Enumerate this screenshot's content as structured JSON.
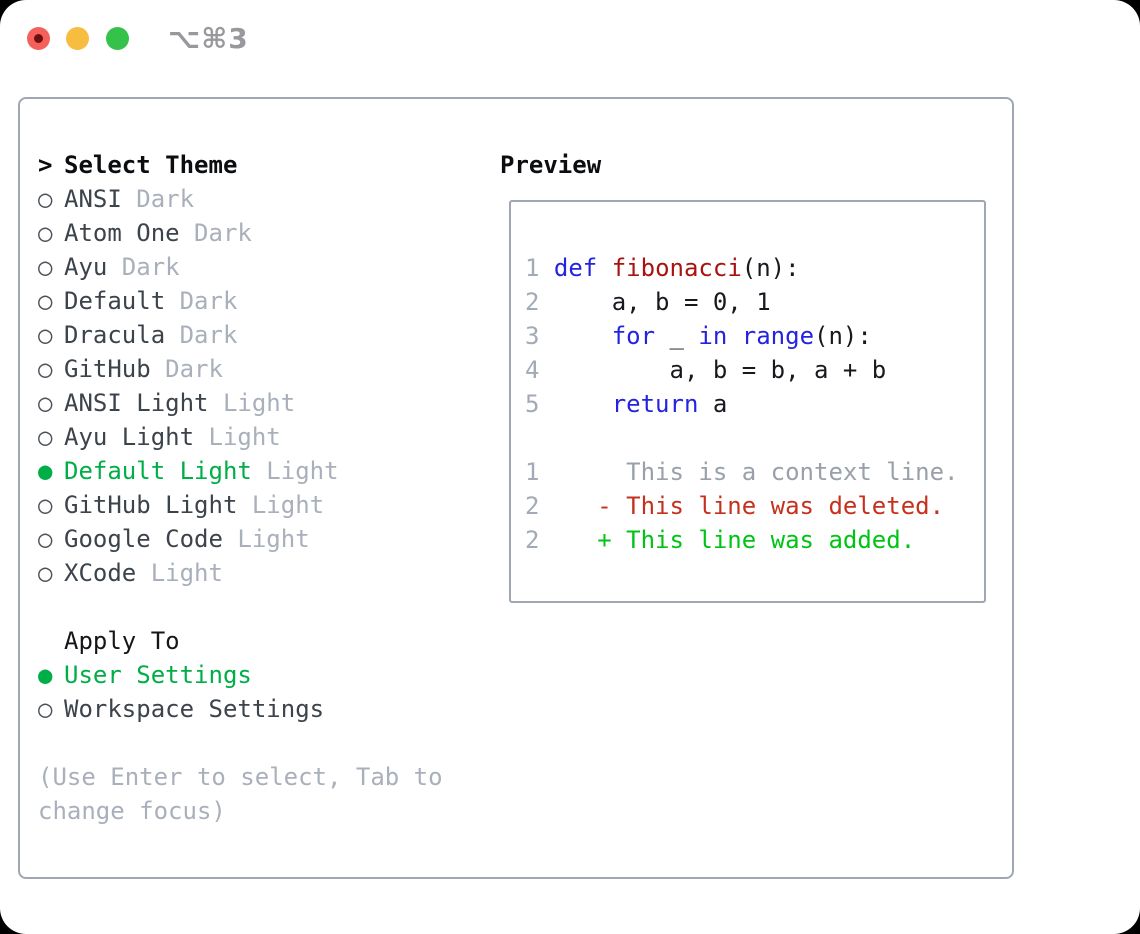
{
  "titlebar": {
    "shortcut": "⌥⌘3"
  },
  "theme_panel": {
    "marker": ">",
    "title": "Select Theme",
    "radio_selected": "●",
    "radio_unselected": "○",
    "themes": [
      {
        "name": "ANSI",
        "variant": "Dark",
        "selected": false
      },
      {
        "name": "Atom One",
        "variant": "Dark",
        "selected": false
      },
      {
        "name": "Ayu",
        "variant": "Dark",
        "selected": false
      },
      {
        "name": "Default",
        "variant": "Dark",
        "selected": false
      },
      {
        "name": "Dracula",
        "variant": "Dark",
        "selected": false
      },
      {
        "name": "GitHub",
        "variant": "Dark",
        "selected": false
      },
      {
        "name": "ANSI Light",
        "variant": "Light",
        "selected": false
      },
      {
        "name": "Ayu Light",
        "variant": "Light",
        "selected": false
      },
      {
        "name": "Default Light",
        "variant": "Light",
        "selected": true
      },
      {
        "name": "GitHub Light",
        "variant": "Light",
        "selected": false
      },
      {
        "name": "Google Code",
        "variant": "Light",
        "selected": false
      },
      {
        "name": "XCode",
        "variant": "Light",
        "selected": false
      }
    ],
    "apply_section": {
      "title": "Apply To",
      "options": [
        {
          "label": "User Settings",
          "selected": true
        },
        {
          "label": "Workspace Settings",
          "selected": false
        }
      ]
    },
    "help_text": "(Use Enter to select, Tab to change focus)"
  },
  "preview": {
    "title": "Preview",
    "code_lines": [
      {
        "num": "1",
        "segments": [
          {
            "t": "def",
            "c": "kw"
          },
          {
            "t": " ",
            "c": "pl"
          },
          {
            "t": "fibonacci",
            "c": "fn"
          },
          {
            "t": "(n):",
            "c": "pl"
          }
        ]
      },
      {
        "num": "2",
        "segments": [
          {
            "t": "    a, b = 0, 1",
            "c": "pl"
          }
        ]
      },
      {
        "num": "3",
        "segments": [
          {
            "t": "    ",
            "c": "pl"
          },
          {
            "t": "for",
            "c": "kw"
          },
          {
            "t": " _ ",
            "c": "pl"
          },
          {
            "t": "in",
            "c": "kw"
          },
          {
            "t": " ",
            "c": "pl"
          },
          {
            "t": "range",
            "c": "kw"
          },
          {
            "t": "(n):",
            "c": "pl"
          }
        ]
      },
      {
        "num": "4",
        "segments": [
          {
            "t": "        a, b = b, a + b",
            "c": "pl"
          }
        ]
      },
      {
        "num": "5",
        "segments": [
          {
            "t": "    ",
            "c": "pl"
          },
          {
            "t": "return",
            "c": "kw"
          },
          {
            "t": " a",
            "c": "pl"
          }
        ]
      },
      {
        "num": "",
        "segments": []
      },
      {
        "num": "1",
        "segments": [
          {
            "t": "     This is a context line.",
            "c": "ctx"
          }
        ]
      },
      {
        "num": "2",
        "segments": [
          {
            "t": "   - This line was deleted.",
            "c": "del"
          }
        ]
      },
      {
        "num": "2",
        "segments": [
          {
            "t": "   + This line was added.",
            "c": "add"
          }
        ]
      }
    ]
  },
  "colors": {
    "accent_green": "#00ae47",
    "keyword_blue": "#2323e0",
    "function_red": "#a81310",
    "diff_deleted_red": "#c5311d",
    "diff_added_green": "#00c414",
    "muted_gray": "#a9b0bb",
    "line_number_gray": "#a2aab6",
    "context_gray": "#99a0aa",
    "code_text": "#17191e",
    "item_text": "#3c434b",
    "panel_border": "#a0a7b2",
    "traffic_red": "#f4615a",
    "traffic_yellow": "#f6bd40",
    "traffic_green": "#35c24b"
  }
}
